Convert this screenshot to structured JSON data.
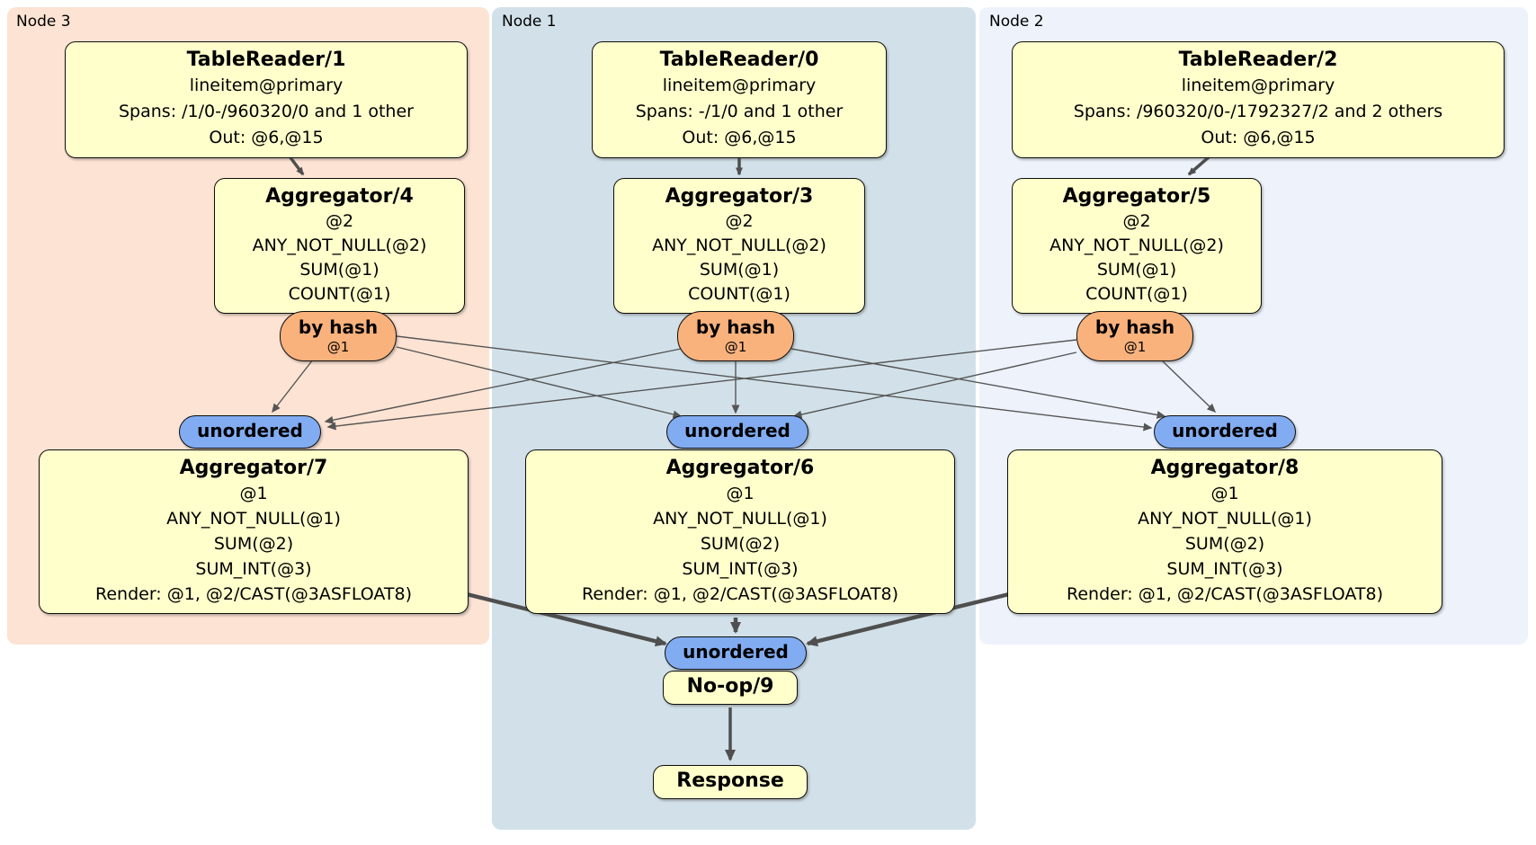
{
  "node_groups": [
    {
      "label": "Node 3",
      "table_reader": {
        "title": "TableReader/1",
        "lines": [
          "lineitem@primary",
          "Spans: /1/0-/960320/0 and 1 other",
          "Out: @6,@15"
        ]
      },
      "aggregator": {
        "title": "Aggregator/4",
        "lines": [
          "@2",
          "ANY_NOT_NULL(@2)",
          "SUM(@1)",
          "COUNT(@1)"
        ]
      },
      "router": {
        "label": "by hash",
        "key": "@1"
      },
      "sync": {
        "label": "unordered"
      },
      "final_aggregator": {
        "title": "Aggregator/7",
        "lines": [
          "@1",
          "ANY_NOT_NULL(@1)",
          "SUM(@2)",
          "SUM_INT(@3)",
          "Render: @1, @2/CAST(@3ASFLOAT8)"
        ]
      }
    },
    {
      "label": "Node 1",
      "table_reader": {
        "title": "TableReader/0",
        "lines": [
          "lineitem@primary",
          "Spans: -/1/0 and 1 other",
          "Out: @6,@15"
        ]
      },
      "aggregator": {
        "title": "Aggregator/3",
        "lines": [
          "@2",
          "ANY_NOT_NULL(@2)",
          "SUM(@1)",
          "COUNT(@1)"
        ]
      },
      "router": {
        "label": "by hash",
        "key": "@1"
      },
      "sync": {
        "label": "unordered"
      },
      "final_aggregator": {
        "title": "Aggregator/6",
        "lines": [
          "@1",
          "ANY_NOT_NULL(@1)",
          "SUM(@2)",
          "SUM_INT(@3)",
          "Render: @1, @2/CAST(@3ASFLOAT8)"
        ]
      }
    },
    {
      "label": "Node 2",
      "table_reader": {
        "title": "TableReader/2",
        "lines": [
          "lineitem@primary",
          "Spans: /960320/0-/1792327/2 and 2 others",
          "Out: @6,@15"
        ]
      },
      "aggregator": {
        "title": "Aggregator/5",
        "lines": [
          "@2",
          "ANY_NOT_NULL(@2)",
          "SUM(@1)",
          "COUNT(@1)"
        ]
      },
      "router": {
        "label": "by hash",
        "key": "@1"
      },
      "sync": {
        "label": "unordered"
      },
      "final_aggregator": {
        "title": "Aggregator/8",
        "lines": [
          "@1",
          "ANY_NOT_NULL(@1)",
          "SUM(@2)",
          "SUM_INT(@3)",
          "Render: @1, @2/CAST(@3ASFLOAT8)"
        ]
      }
    }
  ],
  "output_chain": {
    "sync_label": "unordered",
    "noop_title": "No-op/9",
    "response_title": "Response"
  },
  "edges": [
    {
      "from": "TableReader/1",
      "to": "Aggregator/4"
    },
    {
      "from": "TableReader/0",
      "to": "Aggregator/3"
    },
    {
      "from": "TableReader/2",
      "to": "Aggregator/5"
    },
    {
      "from": "Aggregator/4 by hash @1",
      "to": "unordered (Node 3)"
    },
    {
      "from": "Aggregator/4 by hash @1",
      "to": "unordered (Node 1)"
    },
    {
      "from": "Aggregator/4 by hash @1",
      "to": "unordered (Node 2)"
    },
    {
      "from": "Aggregator/3 by hash @1",
      "to": "unordered (Node 3)"
    },
    {
      "from": "Aggregator/3 by hash @1",
      "to": "unordered (Node 1)"
    },
    {
      "from": "Aggregator/3 by hash @1",
      "to": "unordered (Node 2)"
    },
    {
      "from": "Aggregator/5 by hash @1",
      "to": "unordered (Node 3)"
    },
    {
      "from": "Aggregator/5 by hash @1",
      "to": "unordered (Node 1)"
    },
    {
      "from": "Aggregator/5 by hash @1",
      "to": "unordered (Node 2)"
    },
    {
      "from": "Aggregator/7",
      "to": "unordered (final)"
    },
    {
      "from": "Aggregator/6",
      "to": "unordered (final)"
    },
    {
      "from": "Aggregator/8",
      "to": "unordered (final)"
    },
    {
      "from": "unordered (final)",
      "to": "No-op/9"
    },
    {
      "from": "No-op/9",
      "to": "Response"
    }
  ],
  "colors": {
    "node3_bg": "#fde3d3",
    "node1_bg": "#d2e1e9",
    "node2_bg": "#edf2fb",
    "box_fill": "#ffffcc",
    "router_fill": "#f9b27c",
    "sync_fill": "#82acf2",
    "edge": "#4f4f4f",
    "border": "#0e0e0e"
  }
}
